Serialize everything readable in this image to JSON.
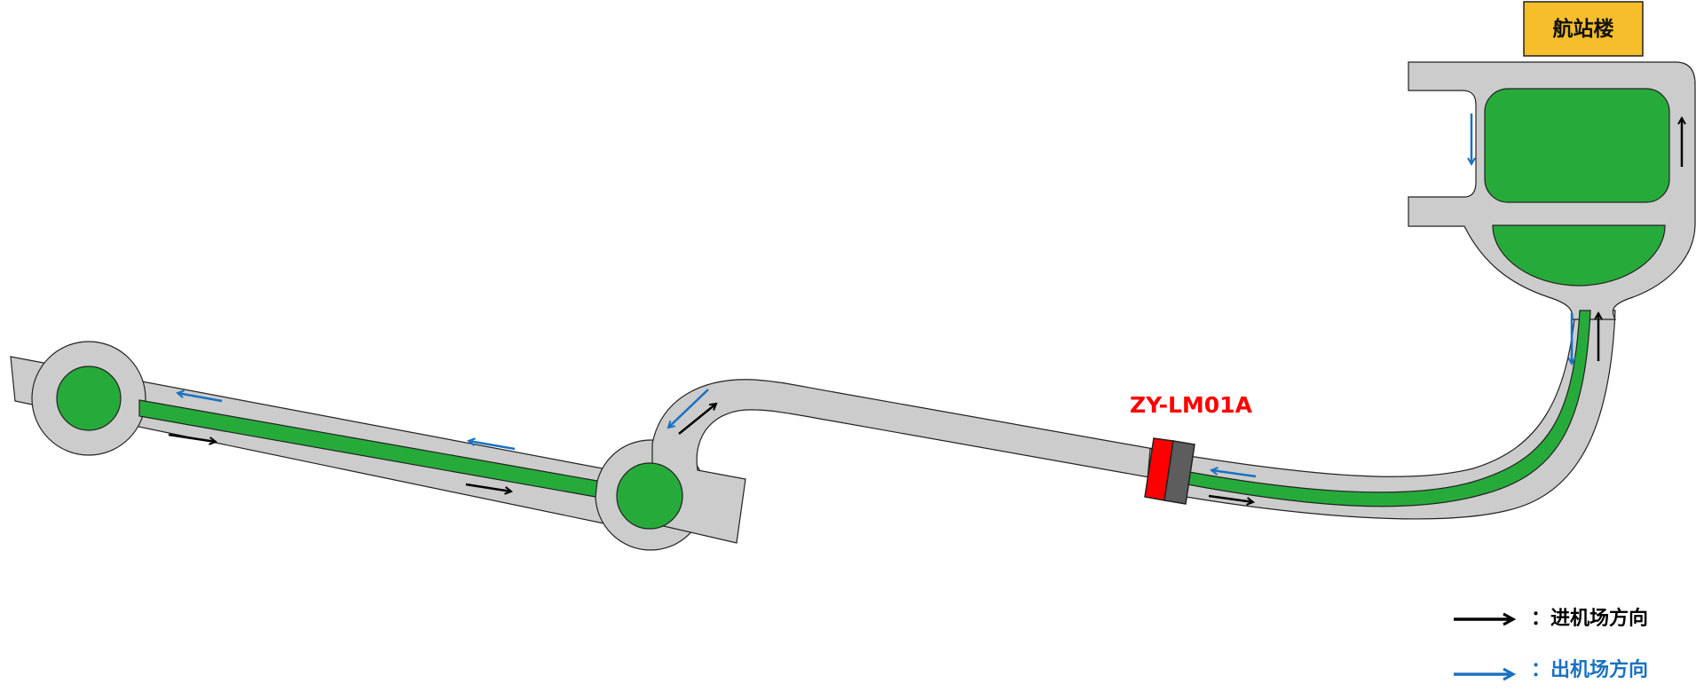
{
  "terminal": {
    "label": "航站楼",
    "fill": "#f6be2a"
  },
  "device": {
    "label": "ZY-LM01A",
    "label_color": "#ff0000",
    "front_color": "#ff0000",
    "back_color": "#5d5d5d"
  },
  "road": {
    "surface_color": "#cccccc",
    "median_color": "#26ab3b",
    "outline_color": "#222222"
  },
  "legend": {
    "items": [
      {
        "text": "：进机场方向",
        "arrow_color": "#000000",
        "text_color": "#000000"
      },
      {
        "text": "：出机场方向",
        "arrow_color": "#1971c2",
        "text_color": "#1971c2"
      }
    ]
  },
  "arrows": {
    "inbound_color": "#000000",
    "outbound_color": "#1971c2"
  }
}
